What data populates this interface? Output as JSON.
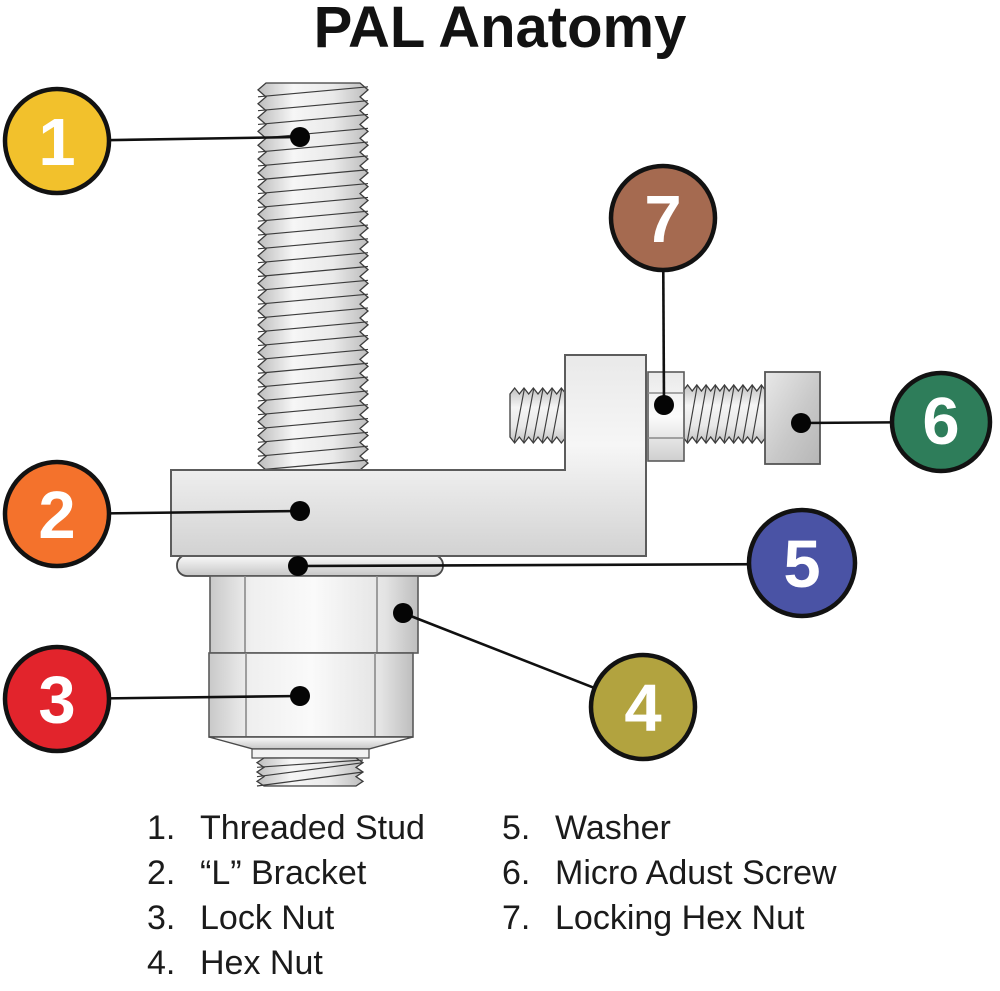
{
  "title": "PAL Anatomy",
  "callouts": [
    {
      "badge": "1",
      "legend_number": "1.",
      "label": "Threaded Stud",
      "color": "#F2C12C"
    },
    {
      "badge": "2",
      "legend_number": "2.",
      "label": "“L” Bracket",
      "color": "#F4722C"
    },
    {
      "badge": "3",
      "legend_number": "3.",
      "label": "Lock Nut",
      "color": "#E2242C"
    },
    {
      "badge": "4",
      "legend_number": "4.",
      "label": "Hex Nut",
      "color": "#B2A33F"
    },
    {
      "badge": "5",
      "legend_number": "5.",
      "label": "Washer",
      "color": "#4A53A5"
    },
    {
      "badge": "6",
      "legend_number": "6.",
      "label": "Micro Adust Screw",
      "color": "#2E7D5A"
    },
    {
      "badge": "7",
      "legend_number": "7.",
      "label": "Locking Hex Nut",
      "color": "#A56A50"
    }
  ]
}
